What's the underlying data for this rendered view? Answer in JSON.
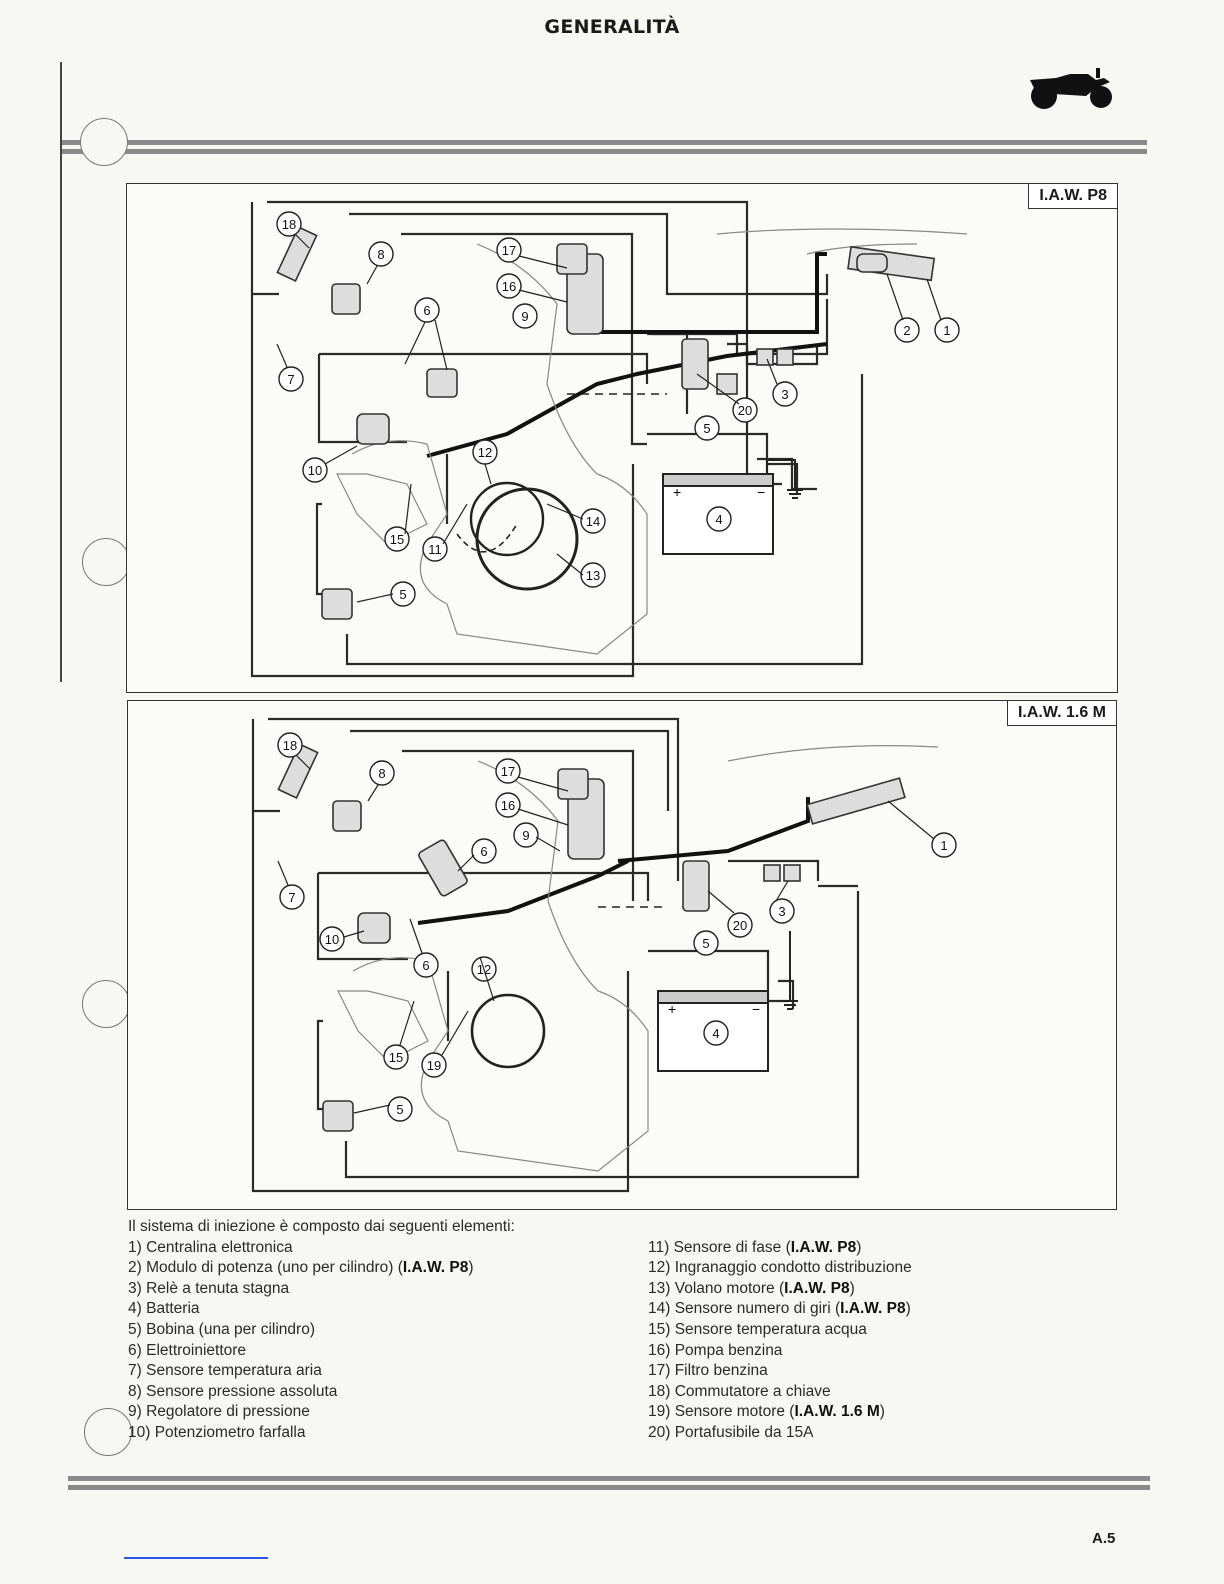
{
  "header": {
    "title": "GENERALITÀ",
    "motorcycle_icon": "motorcycle-icon"
  },
  "diagrams": [
    {
      "label": "I.A.W. P8"
    },
    {
      "label": "I.A.W. 1.6 M"
    }
  ],
  "callouts_top": [
    "18",
    "8",
    "17",
    "16",
    "6",
    "9",
    "7",
    "10",
    "12",
    "15",
    "11",
    "5",
    "14",
    "13",
    "4",
    "20",
    "3",
    "2",
    "1"
  ],
  "callouts_bottom": [
    "18",
    "8",
    "17",
    "16",
    "9",
    "6",
    "7",
    "10",
    "6",
    "12",
    "15",
    "19",
    "5",
    "4",
    "20",
    "3",
    "1"
  ],
  "legend": {
    "intro": "Il sistema di iniezione è composto dai seguenti elementi:",
    "left": [
      {
        "n": "1)",
        "text": "Centralina elettronica",
        "bold": ""
      },
      {
        "n": "2)",
        "text": "Modulo di potenza (uno per cilindro) (",
        "bold": "I.A.W. P8",
        "end": ")"
      },
      {
        "n": "3)",
        "text": "Relè a tenuta stagna",
        "bold": ""
      },
      {
        "n": "4)",
        "text": "Batteria",
        "bold": ""
      },
      {
        "n": "5)",
        "text": "Bobina (una per cilindro)",
        "bold": ""
      },
      {
        "n": "6)",
        "text": "Elettroiniettore",
        "bold": ""
      },
      {
        "n": "7)",
        "text": "Sensore temperatura aria",
        "bold": ""
      },
      {
        "n": "8)",
        "text": "Sensore pressione assoluta",
        "bold": ""
      },
      {
        "n": "9)",
        "text": "Regolatore di pressione",
        "bold": ""
      },
      {
        "n": "10)",
        "text": "Potenziometro farfalla",
        "bold": ""
      }
    ],
    "right": [
      {
        "n": "11)",
        "text": "Sensore di fase (",
        "bold": "I.A.W. P8",
        "end": ")"
      },
      {
        "n": "12)",
        "text": "Ingranaggio condotto distribuzione",
        "bold": ""
      },
      {
        "n": "13)",
        "text": "Volano motore (",
        "bold": "I.A.W. P8",
        "end": ")"
      },
      {
        "n": "14)",
        "text": "Sensore numero di giri (",
        "bold": "I.A.W. P8",
        "end": ")"
      },
      {
        "n": "15)",
        "text": "Sensore temperatura acqua",
        "bold": ""
      },
      {
        "n": "16)",
        "text": "Pompa benzina",
        "bold": ""
      },
      {
        "n": "17)",
        "text": "Filtro benzina",
        "bold": ""
      },
      {
        "n": "18)",
        "text": "Commutatore a chiave",
        "bold": ""
      },
      {
        "n": "19)",
        "text": "Sensore motore (",
        "bold": "I.A.W. 1.6 M",
        "end": ")"
      },
      {
        "n": "20)",
        "text": "Portafusibile da 15A",
        "bold": ""
      }
    ]
  },
  "footer": {
    "page_number": "A.5"
  }
}
